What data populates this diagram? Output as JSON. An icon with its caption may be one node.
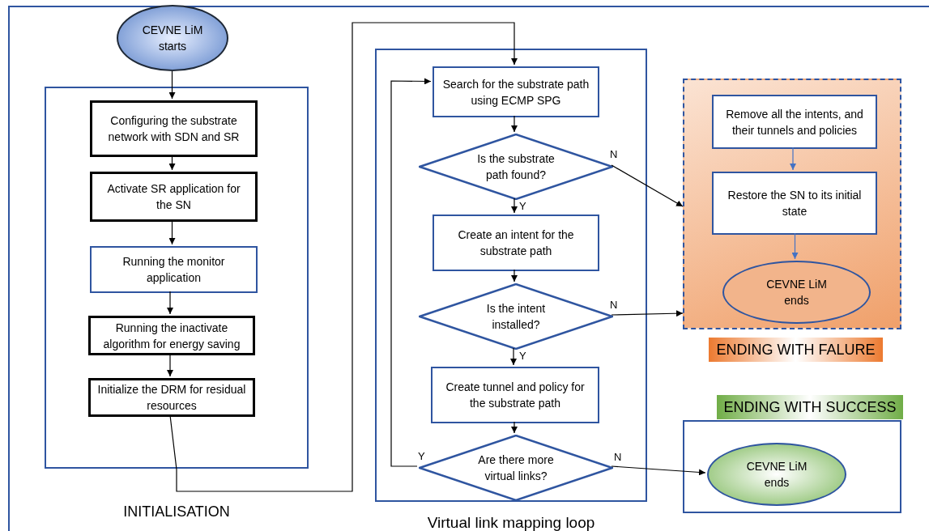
{
  "diagram": {
    "nodes": [
      {
        "text": [
          "CEVNE LiM starts"
        ]
      },
      {
        "text": [
          "INITIALISATION"
        ]
      },
      {
        "text": [
          "Configuring the substrate network with SDN and SR"
        ],
        "in": 1
      },
      {
        "text": [
          "Activate SR application for the SN"
        ],
        "in": 1
      },
      {
        "text": [
          "Running the monitor application"
        ],
        "in": 1
      },
      {
        "text": [
          "Running the inactivate algorithm for energy saving"
        ],
        "in": 1
      },
      {
        "text": [
          "Initialize the DRM for residual resources"
        ],
        "in": 1
      },
      {
        "text": [
          "Virtual link mapping loop"
        ]
      },
      {
        "text": [
          "Search for the substrate path using ECMP SPG"
        ],
        "in": 7
      },
      {
        "text": [
          "Is the substrate path found?"
        ],
        "in": 7
      },
      {
        "text": [
          "Create an intent for the substrate path"
        ],
        "in": 7
      },
      {
        "text": [
          "Is the intent installed?"
        ],
        "in": 7
      },
      {
        "text": [
          "Create tunnel and policy for the substrate path"
        ],
        "in": 7
      },
      {
        "text": [
          "Are there more virtual links?"
        ],
        "in": 7
      },
      {
        "text": [
          "ENDING WITH FALURE"
        ]
      },
      {
        "text": [
          "Remove all the intents, and their tunnels and policies"
        ],
        "in": 14
      },
      {
        "text": [
          "Restore the SN to its initial state"
        ],
        "in": 14
      },
      {
        "text": [
          "CEVNE LiM ends"
        ],
        "in": 14
      },
      {
        "text": [
          "ENDING WITH SUCCESS"
        ]
      },
      {
        "text": [
          "CEVNE LiM ends"
        ],
        "in": 18
      }
    ],
    "edges": [
      {
        "from": 0,
        "to": 2,
        "arrow": "to"
      },
      {
        "from": 2,
        "to": 3,
        "arrow": "to"
      },
      {
        "from": 3,
        "to": 4,
        "arrow": "to"
      },
      {
        "from": 4,
        "to": 5,
        "arrow": "to"
      },
      {
        "from": 5,
        "to": 6,
        "arrow": "to"
      },
      {
        "from": 6,
        "to": 8,
        "arrow": "to"
      },
      {
        "from": 8,
        "to": 9,
        "arrow": "to"
      },
      {
        "from": 9,
        "to": 10,
        "arrow": "to",
        "label": "Y"
      },
      {
        "from": 10,
        "to": 11,
        "arrow": "to"
      },
      {
        "from": 11,
        "to": 12,
        "arrow": "to",
        "label": "Y"
      },
      {
        "from": 12,
        "to": 13,
        "arrow": "to"
      },
      {
        "from": 13,
        "to": 8,
        "arrow": "to",
        "label": "Y"
      },
      {
        "from": 9,
        "to": 14,
        "arrow": "to",
        "label": "N"
      },
      {
        "from": 11,
        "to": 14,
        "arrow": "to",
        "label": "N"
      },
      {
        "from": 13,
        "to": 19,
        "arrow": "to",
        "label": "N"
      },
      {
        "from": 15,
        "to": 16,
        "arrow": "to",
        "color": "#4472c4"
      },
      {
        "from": 16,
        "to": 17,
        "arrow": "to",
        "color": "#4472c4"
      }
    ]
  }
}
